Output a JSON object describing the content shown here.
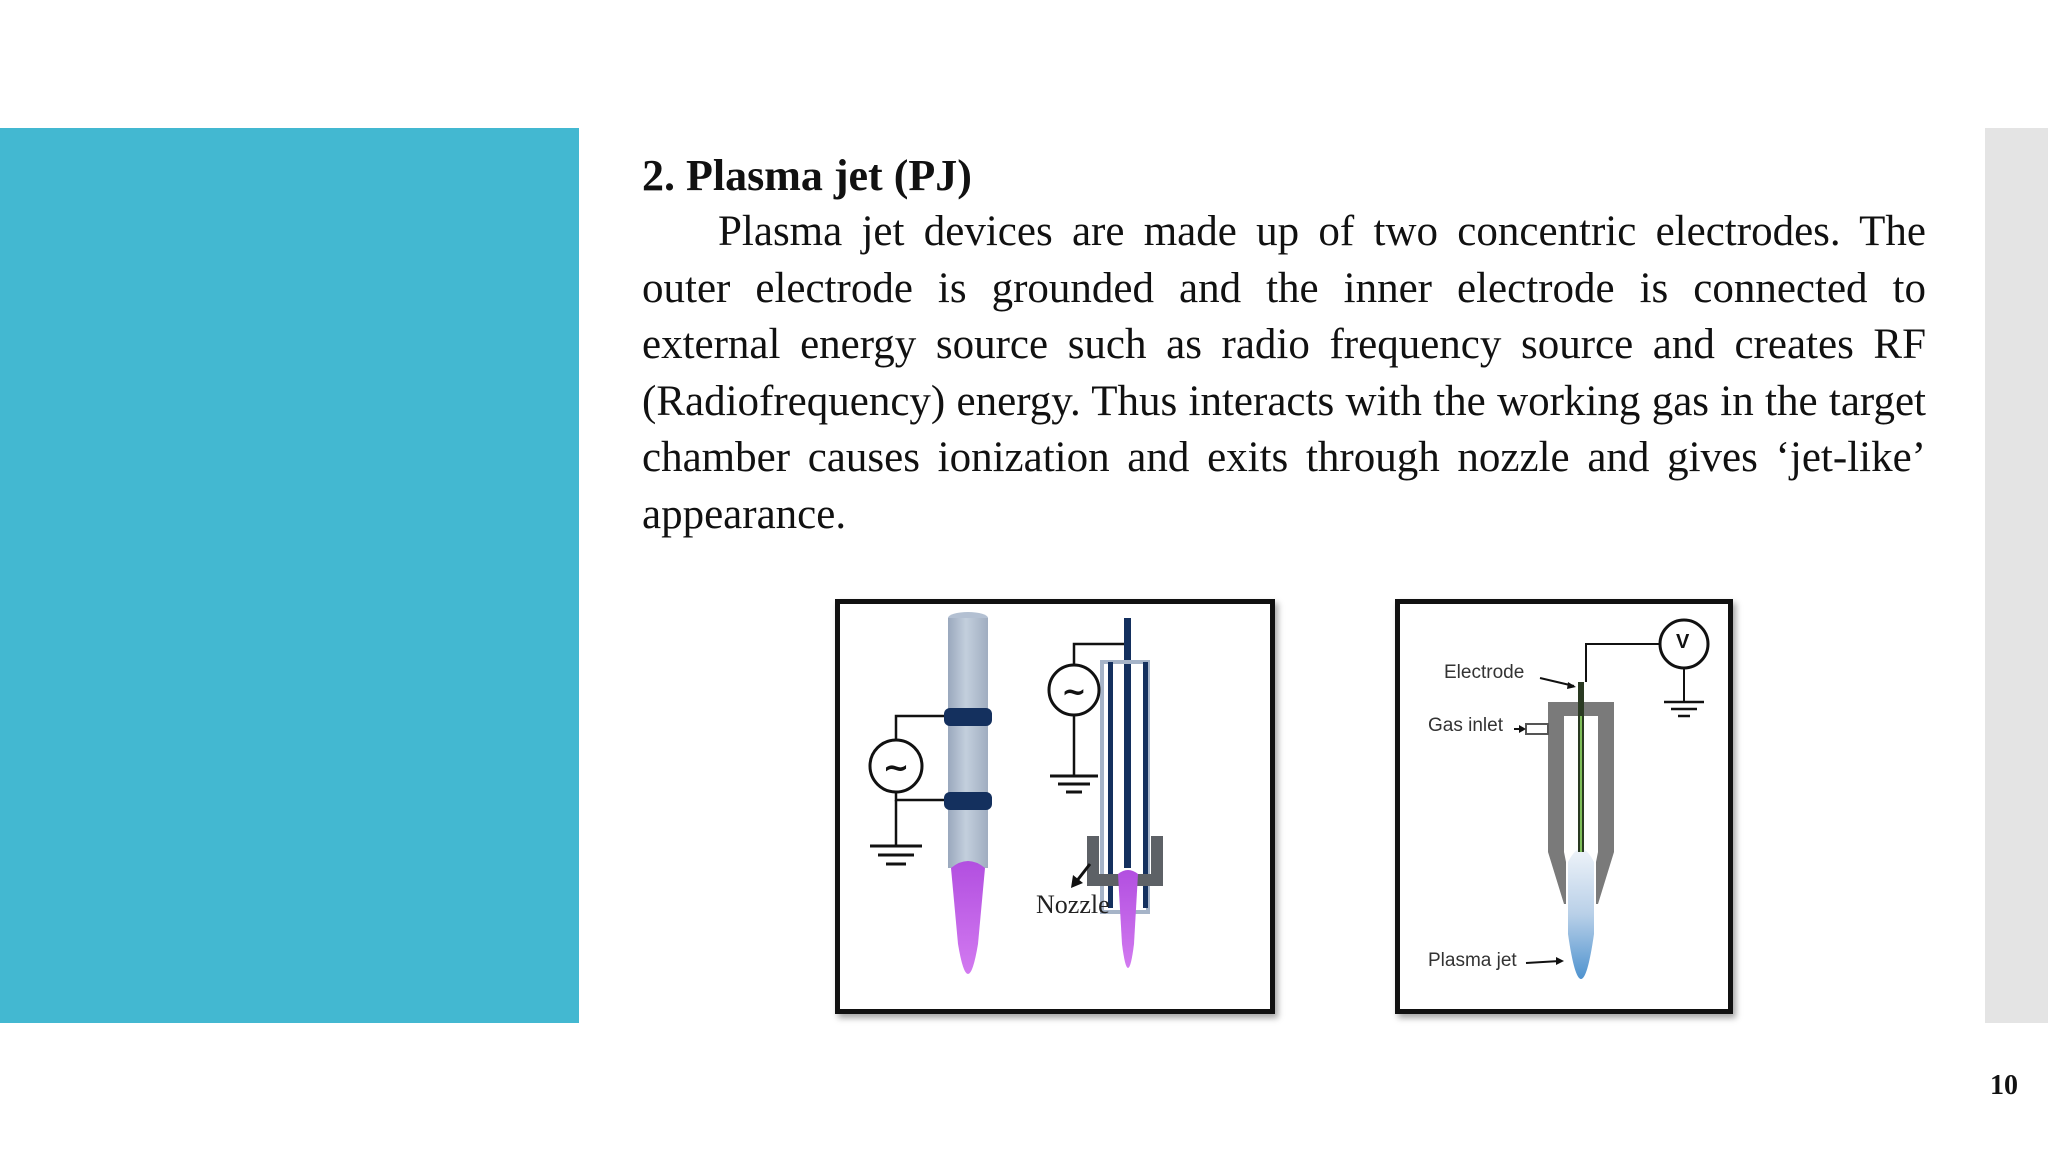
{
  "slide": {
    "heading": "2. Plasma jet (PJ)",
    "paragraph": "Plasma jet devices are made up of two concentric electrodes. The outer electrode is grounded and the inner electrode is connected to external energy source such as radio frequency source and creates RF (Radiofrequency) energy. Thus interacts with the working gas in the target chamber causes ionization and exits through nozzle and gives ‘jet-like’ appearance.",
    "page_number": "10"
  },
  "figure_left": {
    "nozzle_label": "Nozzle"
  },
  "figure_right": {
    "electrode_label": "Electrode",
    "gas_inlet_label": "Gas inlet",
    "plasma_jet_label": "Plasma jet",
    "voltage_label": "V"
  },
  "colors": {
    "accent_panel": "#43b8d1",
    "side_strip": "#e4e4e4",
    "plasma": "#c35ee8",
    "electrode_band": "#14305e"
  }
}
